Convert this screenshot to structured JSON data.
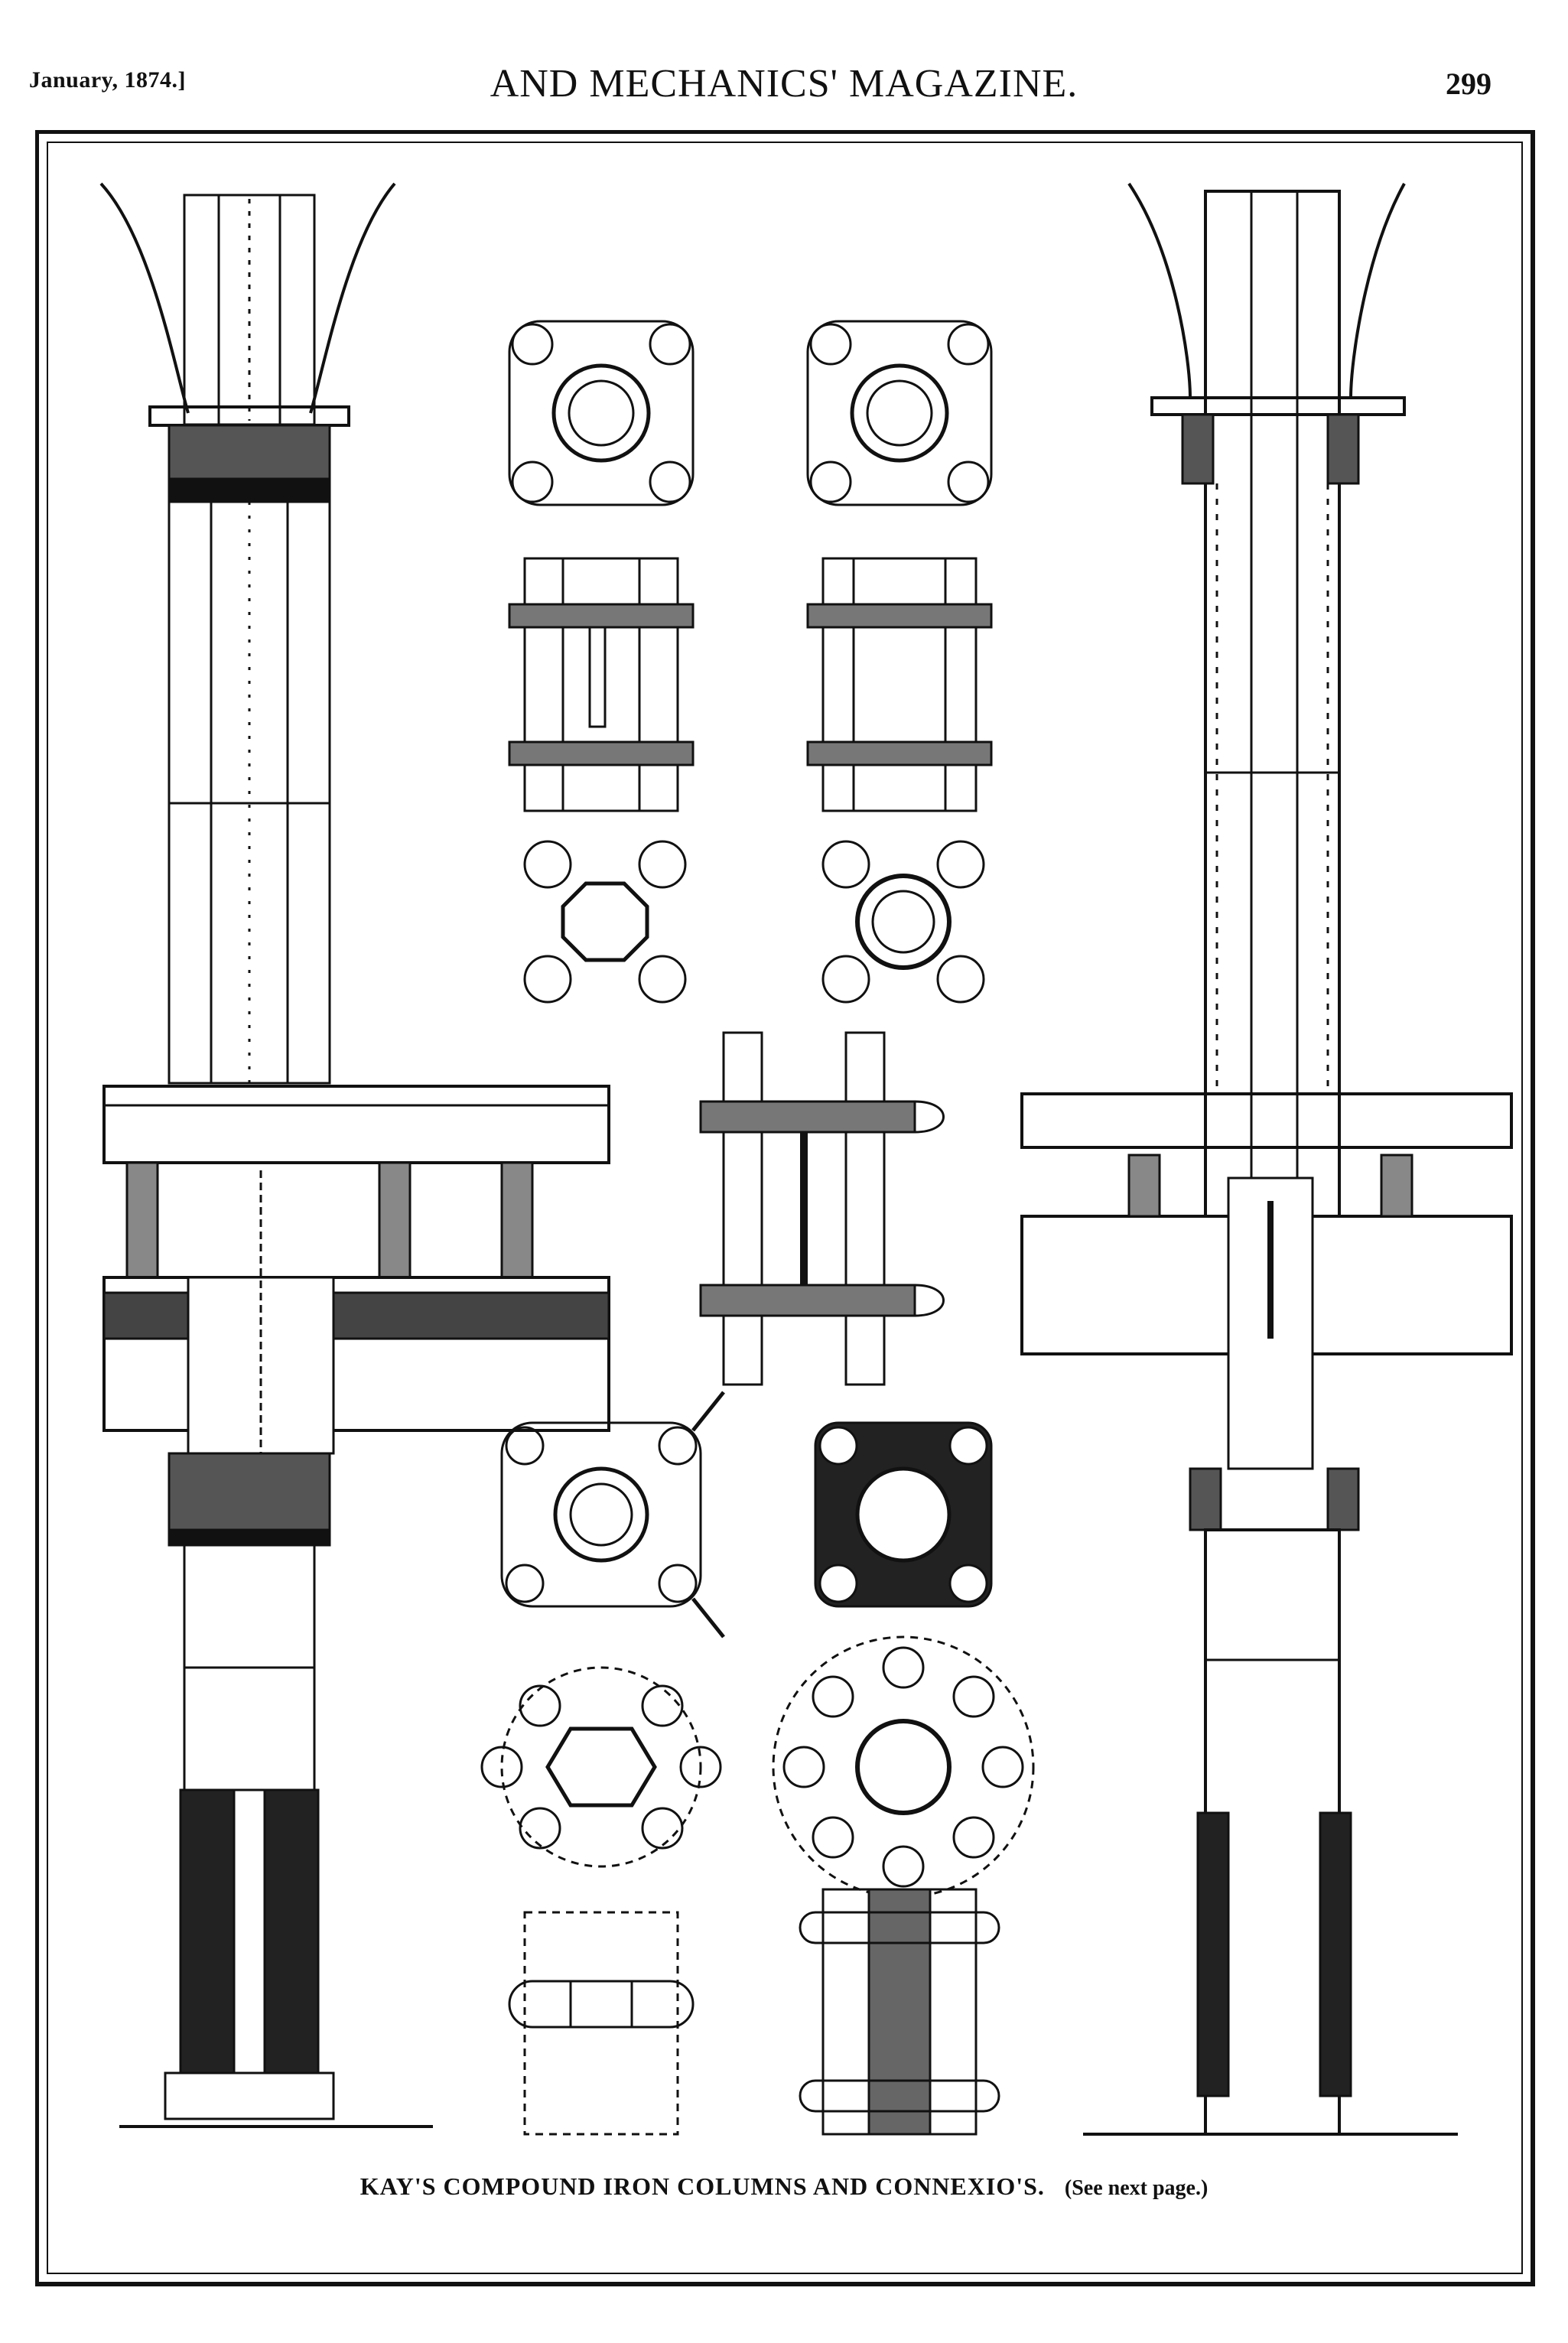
{
  "header": {
    "date": "January, 1874.]",
    "title": "AND MECHANICS' MAGAZINE.",
    "page_number": "299"
  },
  "plate": {
    "caption": "KAY'S COMPOUND IRON COLUMNS AND CONNEXIO'S.",
    "caption_note": "(See next page.)"
  },
  "colors": {
    "ink": "#111111",
    "paper": "#ffffff"
  }
}
